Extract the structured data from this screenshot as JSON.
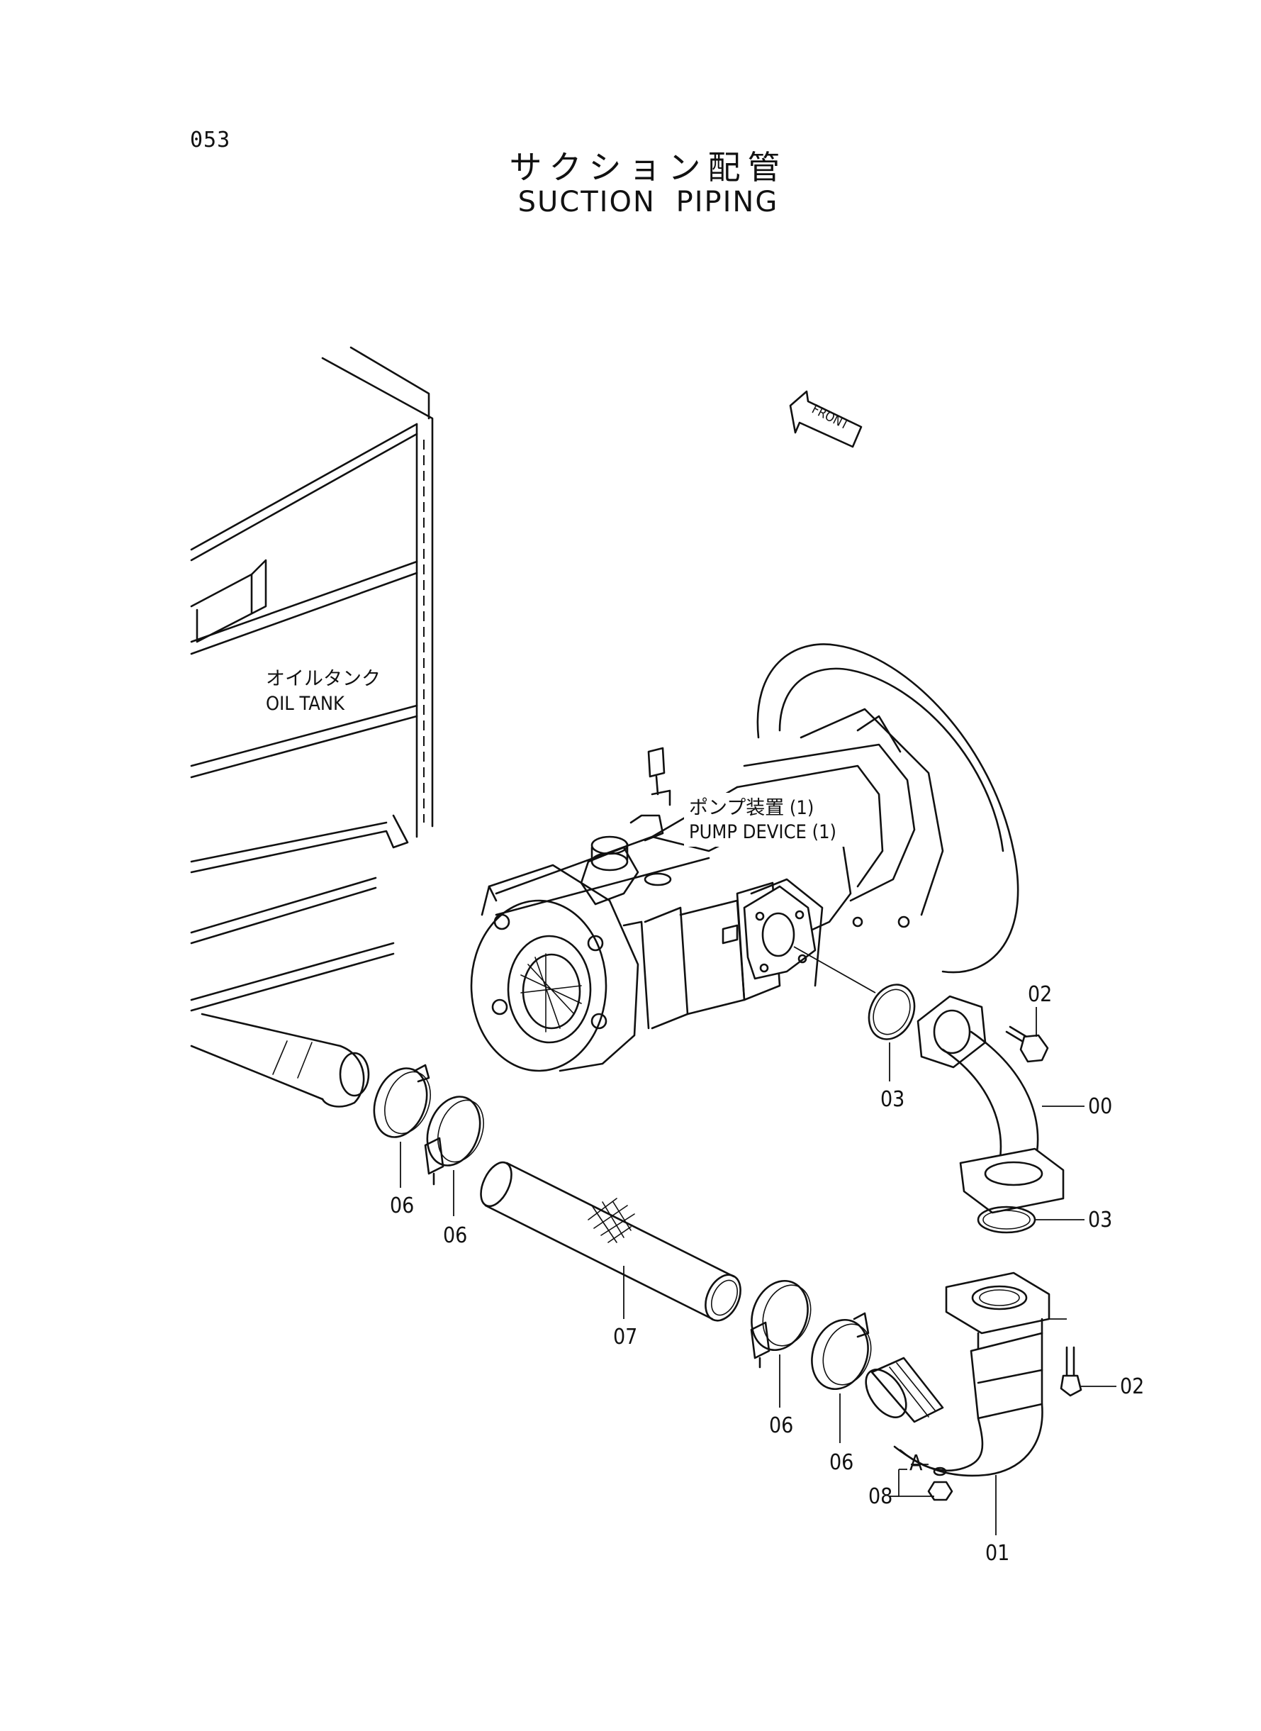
{
  "page": {
    "number": "053"
  },
  "title": {
    "jp": "サクション配管",
    "en": "SUCTION PIPING"
  },
  "labels": {
    "front": "FRONT",
    "oil_tank_jp": "オイルタンク",
    "oil_tank_en": "OIL TANK",
    "pump_jp": "ポンプ装置 (1)",
    "pump_en": "PUMP DEVICE (1)",
    "section_a": "A"
  },
  "parts": {
    "p00": "00",
    "p01": "01",
    "p02a": "02",
    "p02b": "02",
    "p03a": "03",
    "p03b": "03",
    "p06a": "06",
    "p06b": "06",
    "p06c": "06",
    "p06d": "06",
    "p07": "07",
    "p08": "08"
  },
  "colors": {
    "line": "#111111",
    "paper": "#ffffff"
  }
}
